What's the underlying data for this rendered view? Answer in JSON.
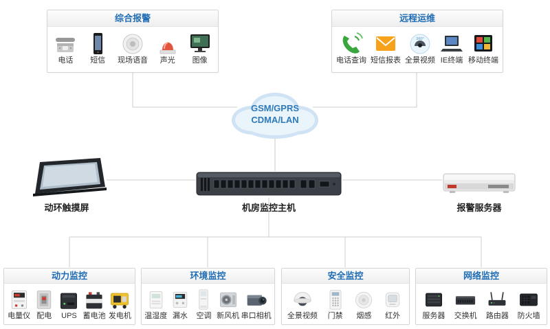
{
  "top_groups": [
    {
      "title": "综合报警",
      "items": [
        {
          "label": "电话",
          "icon": "telephone-icon"
        },
        {
          "label": "短信",
          "icon": "sms-phone-icon"
        },
        {
          "label": "现场语音",
          "icon": "ceiling-speaker-icon"
        },
        {
          "label": "声光",
          "icon": "siren-icon"
        },
        {
          "label": "图像",
          "icon": "monitor-icon"
        }
      ]
    },
    {
      "title": "远程运维",
      "items": [
        {
          "label": "电话查询",
          "icon": "phone-call-icon"
        },
        {
          "label": "短信报表",
          "icon": "mail-icon"
        },
        {
          "label": "全景视频",
          "icon": "dome-360-camera-icon"
        },
        {
          "label": "IE终端",
          "icon": "laptop-icon"
        },
        {
          "label": "移动终端",
          "icon": "mobile-terminal-icon"
        }
      ]
    }
  ],
  "cloud": {
    "line1": "GSM/GPRS",
    "line2": "CDMA/LAN"
  },
  "devices": [
    {
      "label": "动环触摸屏"
    },
    {
      "label": "机房监控主机"
    },
    {
      "label": "报警服务器"
    }
  ],
  "bottom_groups": [
    {
      "title": "动力监控",
      "items": [
        {
          "label": "电量仪",
          "icon": "power-meter-icon"
        },
        {
          "label": "配电",
          "icon": "distribution-icon"
        },
        {
          "label": "UPS",
          "icon": "ups-icon"
        },
        {
          "label": "蓄电池",
          "icon": "battery-icon"
        },
        {
          "label": "发电机",
          "icon": "generator-icon"
        }
      ]
    },
    {
      "title": "环境监控",
      "items": [
        {
          "label": "温湿度",
          "icon": "temp-humidity-icon"
        },
        {
          "label": "漏水",
          "icon": "water-leak-icon"
        },
        {
          "label": "空调",
          "icon": "air-conditioner-icon"
        },
        {
          "label": "新风机",
          "icon": "fresh-air-fan-icon"
        },
        {
          "label": "串口相机",
          "icon": "serial-camera-icon"
        }
      ]
    },
    {
      "title": "安全监控",
      "items": [
        {
          "label": "全景视频",
          "icon": "dome-camera-icon"
        },
        {
          "label": "门禁",
          "icon": "access-control-icon"
        },
        {
          "label": "烟感",
          "icon": "smoke-detector-icon"
        },
        {
          "label": "红外",
          "icon": "infrared-sensor-icon"
        }
      ]
    },
    {
      "title": "网络监控",
      "items": [
        {
          "label": "服务器",
          "icon": "server-icon"
        },
        {
          "label": "交换机",
          "icon": "switch-icon"
        },
        {
          "label": "路由器",
          "icon": "router-icon"
        },
        {
          "label": "防火墙",
          "icon": "firewall-icon"
        }
      ]
    }
  ],
  "colors": {
    "accent_blue": "#1f6cb4",
    "line_gray": "#cccccc",
    "cloud_text": "#2e79b8"
  }
}
